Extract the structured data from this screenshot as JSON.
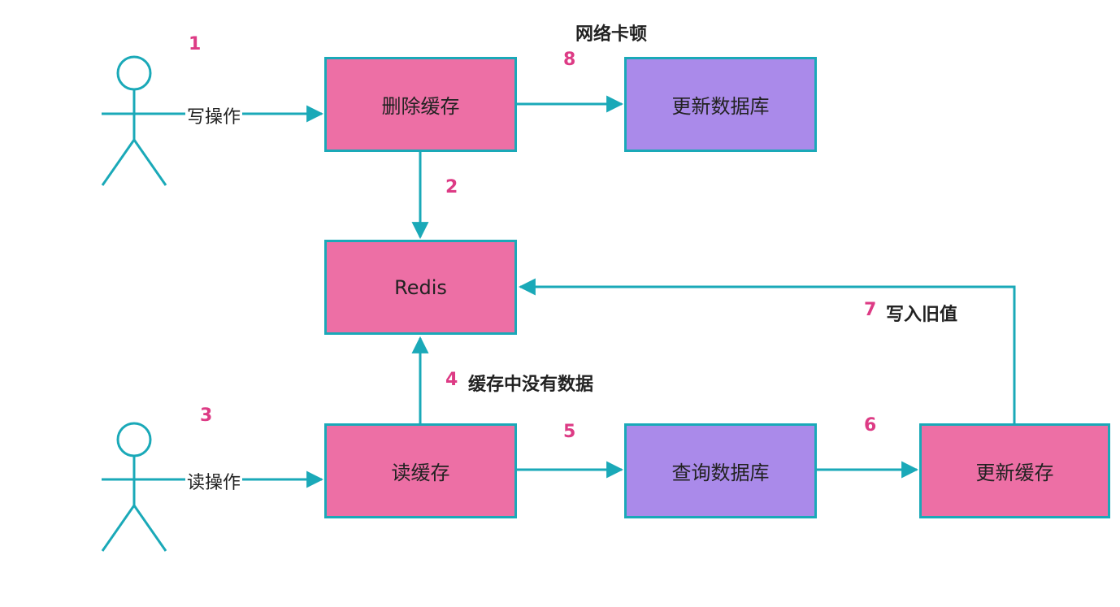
{
  "actors": {
    "writer_label": "写操作",
    "reader_label": "读操作"
  },
  "boxes": {
    "delete_cache": "删除缓存",
    "update_db": "更新数据库",
    "redis": "Redis",
    "read_cache": "读缓存",
    "query_db": "查询数据库",
    "update_cache": "更新缓存"
  },
  "steps": {
    "s1": "1",
    "s2": "2",
    "s3": "3",
    "s4": "4",
    "s5": "5",
    "s6": "6",
    "s7": "7",
    "s8": "8"
  },
  "notes": {
    "network_lag": "网络卡顿",
    "write_old_value": "写入旧值",
    "no_data_in_cache": "缓存中没有数据"
  },
  "colors": {
    "line": "#1aa9b8",
    "cache_box": "#ed6fa5",
    "db_box": "#aa8aea",
    "step_number": "#dd3b85"
  }
}
